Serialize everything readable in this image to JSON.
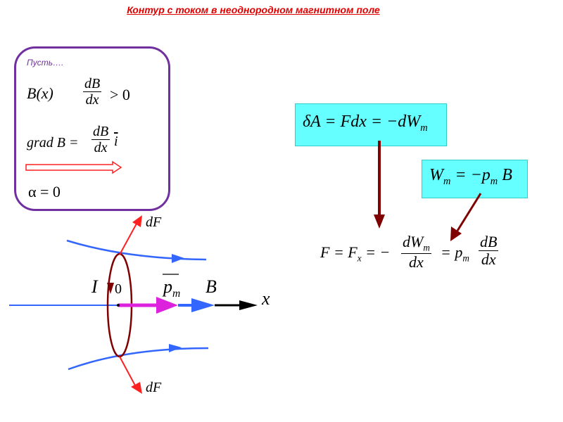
{
  "title": "Контур с током в неоднородном магнитном поле",
  "conditions": {
    "intro": "Пусть….",
    "field": "B(x)",
    "derivative_num": "dB",
    "derivative_den": "dx",
    "derivative_rel": "> 0",
    "grad_lhs": "grad B =",
    "grad_num": "dB",
    "grad_den": "dx",
    "grad_unit": "i",
    "alpha": "α = 0"
  },
  "formulas": {
    "work": {
      "main": "δA = Fdx = −dW",
      "sub": "m"
    },
    "energy": {
      "w": "W",
      "w_sub": "m",
      "mid": " = −p",
      "p_sub": "m",
      "end": " B"
    },
    "force": {
      "lhs": "F = F",
      "lhs_sub": "x",
      "eq": " = −",
      "num": "dW",
      "num_sub": "m",
      "den": "dx",
      "eq2": "= p",
      "p_sub": "m",
      "num2": "dB",
      "den2": "dx"
    }
  },
  "diagram": {
    "label_dF_top": "dF",
    "label_dF_bottom": "dF",
    "label_I": "I",
    "label_theta": "0",
    "label_pm": "p",
    "label_pm_sub": "m",
    "label_B": "B",
    "label_x": "x"
  },
  "colors": {
    "title": "#e00000",
    "box_border": "#7030a0",
    "cyan": "#66ffff",
    "loop": "#7f0000",
    "field": "#3366ff",
    "pm": "#dd22dd",
    "force": "#ff2020"
  }
}
